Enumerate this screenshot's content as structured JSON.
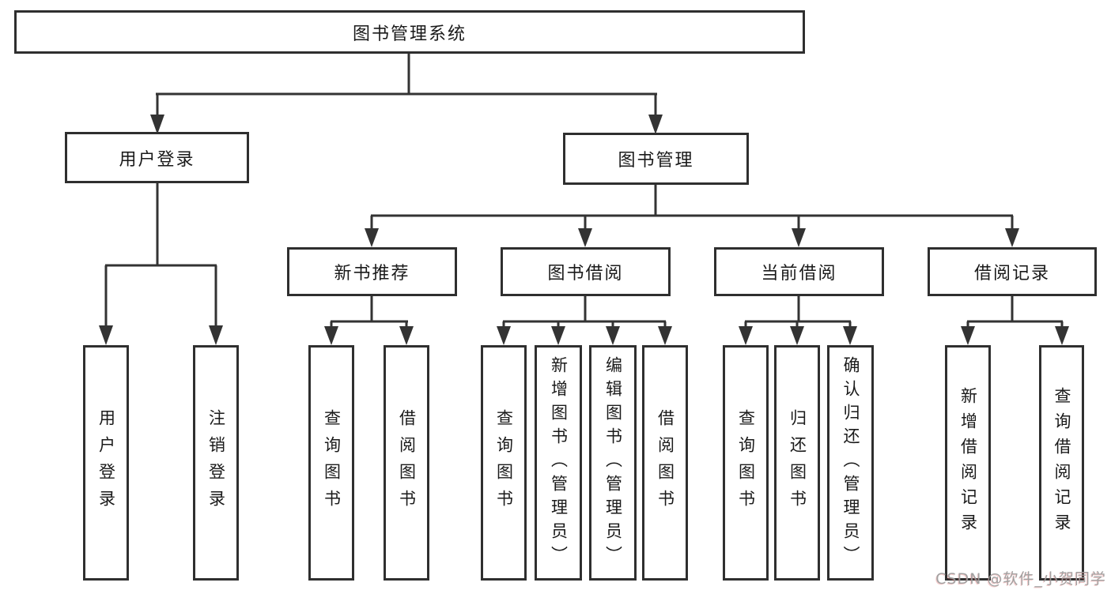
{
  "diagram": {
    "root": "图书管理系统",
    "level2": {
      "user_login": "用户登录",
      "book_management": "图书管理"
    },
    "level3": {
      "new_book_recommend": "新书推荐",
      "book_borrowing": "图书借阅",
      "current_borrowing": "当前借阅",
      "borrowing_records": "借阅记录"
    },
    "leaves": {
      "user_login": [
        "用户登录",
        "注销登录"
      ],
      "new_book_recommend": [
        "查询图书",
        "借阅图书"
      ],
      "book_borrowing": [
        "查询图书",
        "新增图书（管理员）",
        "编辑图书（管理员）",
        "借阅图书"
      ],
      "current_borrowing": [
        "查询图书",
        "归还图书",
        "确认归还（管理员）"
      ],
      "borrowing_records": [
        "新增借阅记录",
        "查询借阅记录"
      ]
    }
  },
  "watermark": "CSDN @软件_小贺同学",
  "colors": {
    "line": "#333333",
    "box_border": "#2f2f2f",
    "text": "#1a1a1a",
    "watermark": "#9b9b9b",
    "background": "#ffffff"
  }
}
